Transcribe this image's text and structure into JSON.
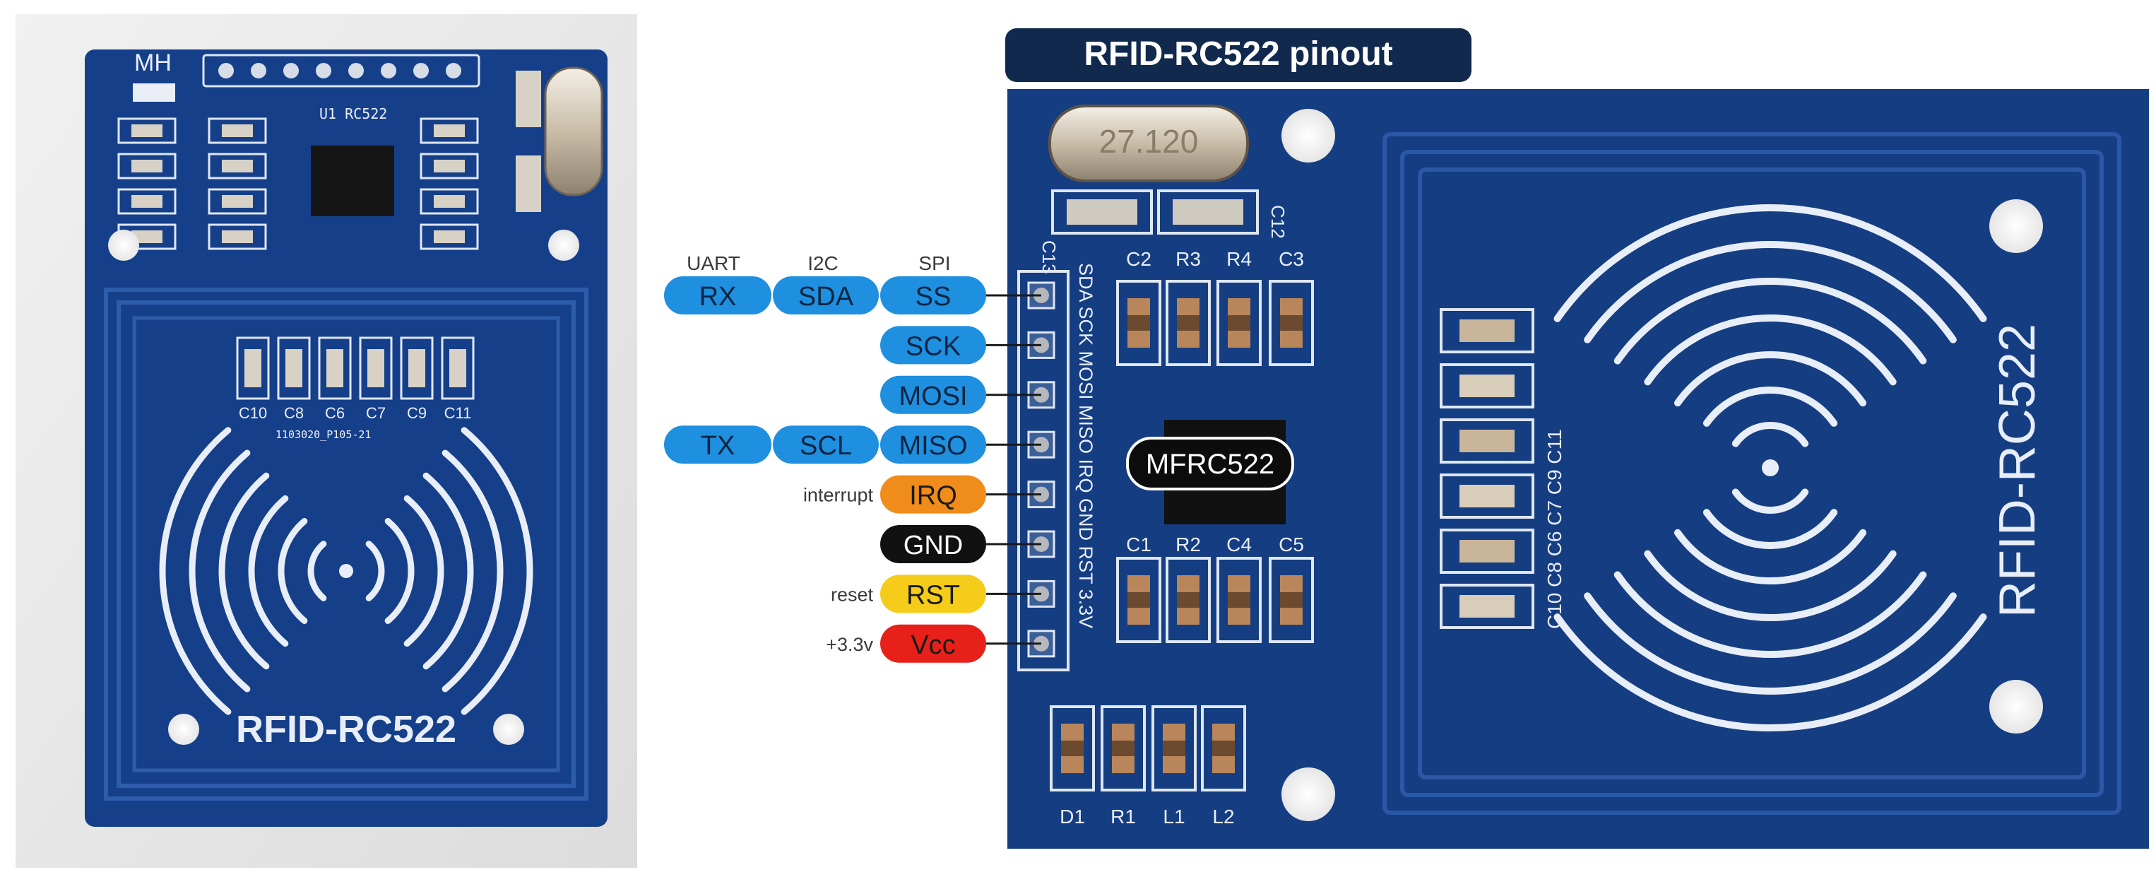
{
  "header": {
    "title": "RFID-RC522 pinout"
  },
  "photo": {
    "board_label": "RFID-RC522",
    "chip_label": "U1\nRC522",
    "top_label": "MH",
    "pcb_code": "1103020_P105-21",
    "cap_labels": [
      "C10",
      "C8",
      "C6",
      "C7",
      "C9",
      "C11"
    ]
  },
  "protocols": {
    "uart": "UART",
    "i2c": "I2C",
    "spi": "SPI"
  },
  "pins": [
    {
      "spi": "SS",
      "i2c": "SDA",
      "uart": "RX",
      "note": "",
      "color": "#1f8fe0",
      "text_color": "#0a2540"
    },
    {
      "spi": "SCK",
      "i2c": "",
      "uart": "",
      "note": "",
      "color": "#1f8fe0",
      "text_color": "#0a2540"
    },
    {
      "spi": "MOSI",
      "i2c": "",
      "uart": "",
      "note": "",
      "color": "#1f8fe0",
      "text_color": "#0a2540"
    },
    {
      "spi": "MISO",
      "i2c": "SCL",
      "uart": "TX",
      "note": "",
      "color": "#1f8fe0",
      "text_color": "#0a2540"
    },
    {
      "spi": "IRQ",
      "i2c": "",
      "uart": "",
      "note": "interrupt",
      "color": "#f08c1a",
      "text_color": "#1a1a1a"
    },
    {
      "spi": "GND",
      "i2c": "",
      "uart": "",
      "note": "",
      "color": "#111111",
      "text_color": "#ffffff"
    },
    {
      "spi": "RST",
      "i2c": "",
      "uart": "",
      "note": "reset",
      "color": "#f5cc1a",
      "text_color": "#1a1a1a"
    },
    {
      "spi": "Vcc",
      "i2c": "",
      "uart": "",
      "note": "+3.3v",
      "color": "#e8201a",
      "text_color": "#1a1a1a"
    }
  ],
  "board": {
    "label": "RFID-RC522",
    "chip": "MFRC522",
    "crystal": "27.120",
    "silk_pins": "SDA SCK MOSI MISO IRQ GND RST 3.3V",
    "top_caps": [
      "C2",
      "R3",
      "R4",
      "C3"
    ],
    "bottom_caps": [
      "C1",
      "R2",
      "C4",
      "C5"
    ],
    "led_labels": [
      "D1",
      "R1",
      "L1",
      "L2"
    ],
    "side_caps": "C10 C8 C6 C7 C9 C11",
    "crystal_caps": [
      "C13",
      "C12"
    ]
  },
  "colors": {
    "pcb": "#153d82",
    "pcb_dark": "#0e2c63",
    "header_bg": "#11294d",
    "silk": "#e8eef8"
  }
}
